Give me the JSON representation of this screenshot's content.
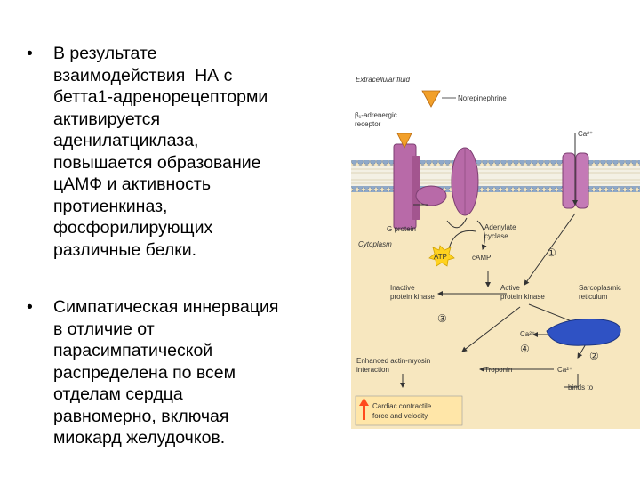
{
  "bullets": [
    {
      "lines": [
        "В результате",
        "взаимодействия  НА с",
        "бетта1-адренорецепторми",
        "активируется",
        "аденилатциклаза,",
        "повышается образование",
        "цАМФ и активность",
        "протиенкиназ,",
        "фосфорилирующих",
        "различные белки."
      ]
    },
    {
      "lines": [
        "Симпатическая иннервация",
        "в отличие от",
        "парасимпатической",
        "распределена по всем",
        "отделам сердца",
        "равномерно, включая",
        "миокард желудочков."
      ]
    }
  ],
  "bullet_symbol": "•",
  "figure": {
    "extracellular": "Extracellular fluid",
    "norepinephrine": "Norepinephrine",
    "beta1_receptor": [
      "β₁-adrenergic",
      "receptor"
    ],
    "ca_top": "Ca²⁺",
    "g_protein": "G protein",
    "adenylate_cyclase": [
      "Adenylate",
      "cyclase"
    ],
    "cytoplasm": "Cytoplasm",
    "atp": "ATP",
    "camp": "cAMP",
    "step1": "①",
    "inactive_pk": [
      "Inactive",
      "protein kinase"
    ],
    "active_pk": [
      "Active",
      "protein kinase"
    ],
    "sarcoplasmic": [
      "Sarcoplasmic",
      "reticulum"
    ],
    "step3": "③",
    "ca_mid": "Ca²⁺",
    "step4": "④",
    "step2": "②",
    "enhanced": [
      "Enhanced actin-myosin",
      "interaction"
    ],
    "troponin": "Troponin",
    "ca_low": "Ca²⁺",
    "binds_to": "binds to",
    "outcome": [
      "Cardiac contractile",
      "force and velocity"
    ],
    "colors": {
      "background": "#f7e7bf",
      "membrane_head": "#8fa9c9",
      "protein": "#b86aa8",
      "ca_channel": "#c47ab6",
      "sr": "#2f52c4",
      "atp_star": "#ffd21f",
      "outcome_box": "#ffe6a8",
      "arrow": "#333333",
      "up_arrow": "#ff4a1c"
    }
  }
}
